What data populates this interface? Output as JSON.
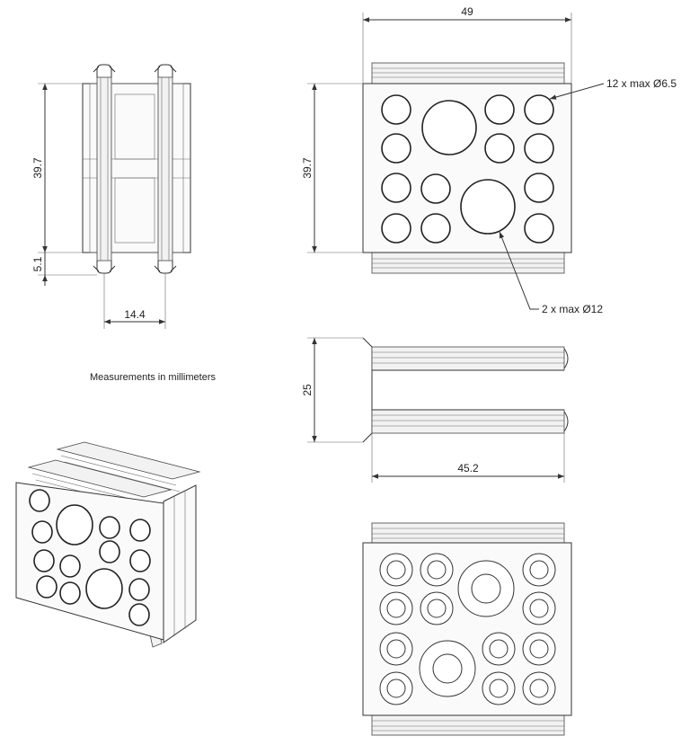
{
  "dimensions": {
    "front_width": "49",
    "front_height": "39.7",
    "side_height": "39.7",
    "side_bottom": "5.1",
    "side_width": "14.4",
    "top_depth": "25",
    "top_width": "45.2"
  },
  "callouts": {
    "small_holes": "12 x max Ø6.5",
    "large_holes": "2 x max Ø12"
  },
  "note": "Measurements in millimeters"
}
